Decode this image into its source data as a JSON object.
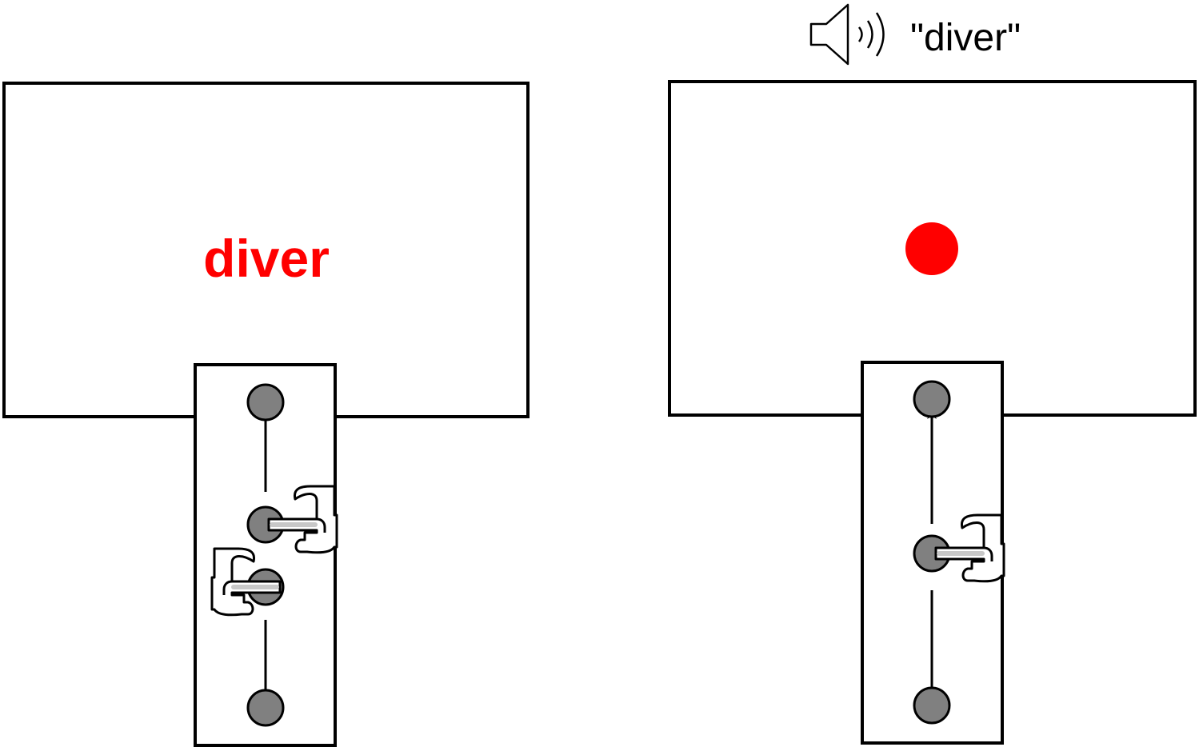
{
  "panels": [
    {
      "id": "visual",
      "screen_word": "diver",
      "hands": 2
    },
    {
      "id": "auditory",
      "audio_word": "\"diver\"",
      "hands": 1
    }
  ],
  "icons": {
    "speaker": "speaker-icon",
    "pointing_hand": "pointing-hand-icon",
    "fixation_dot": "fixation-dot"
  },
  "colors": {
    "stimulus": "#ff0000",
    "outline": "#000000",
    "button_fill": "#808080",
    "background": "#ffffff"
  }
}
